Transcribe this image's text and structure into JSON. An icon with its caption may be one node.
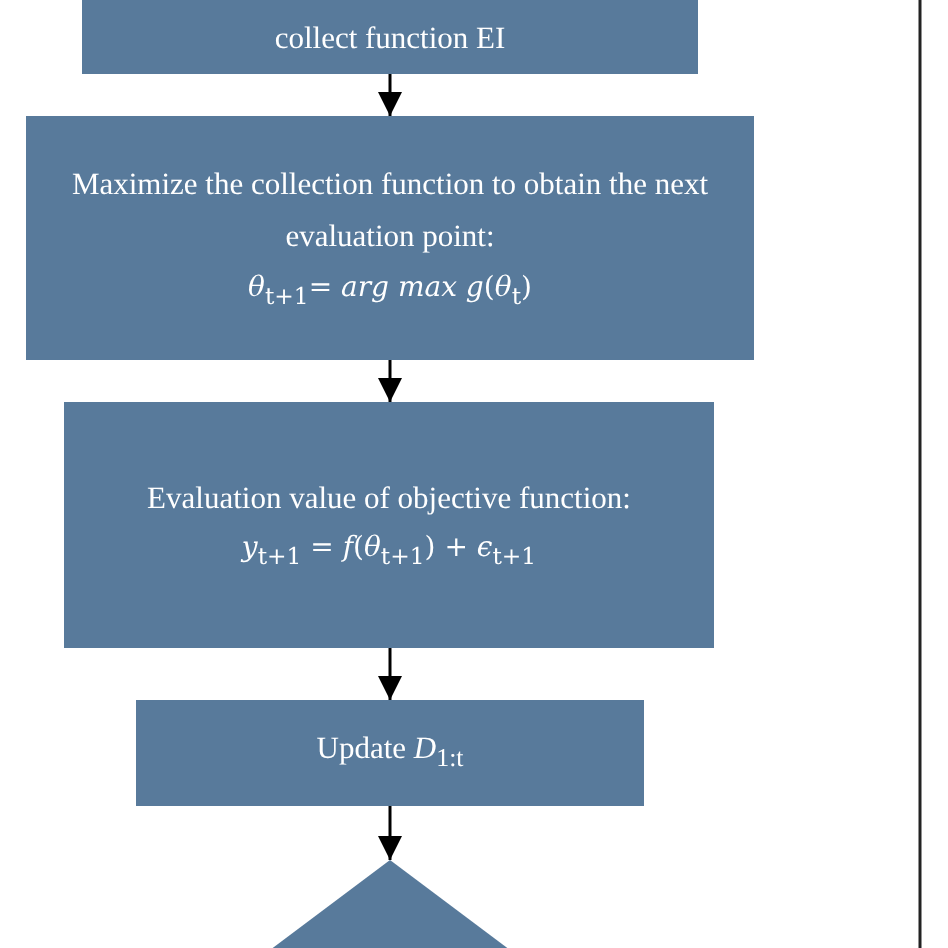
{
  "diagram": {
    "nodes": [
      {
        "text": [
          "collect function EI"
        ]
      },
      {
        "text": [
          "Maximize the collection function to obtain the next evaluation point:",
          "*θ*$_{t+1}$= *arg max g*(*θ*$_{t}$)"
        ]
      },
      {
        "text": [
          "Evaluation value of objective function:",
          "*y*$_{t+1}$ = *f*(*θ*$_{t+1}$) + *ϵ*$_{t+1}$"
        ]
      },
      {
        "text": [
          "Update *D*$_{1:t}$"
        ]
      },
      {
        "text": [],
        "shape": "diamond"
      }
    ],
    "edges": [
      {
        "from": 0,
        "to": 1,
        "arrow": "to"
      },
      {
        "from": 1,
        "to": 2,
        "arrow": "to"
      },
      {
        "from": 2,
        "to": 3,
        "arrow": "to"
      },
      {
        "from": 3,
        "to": 4,
        "arrow": "to"
      }
    ]
  }
}
